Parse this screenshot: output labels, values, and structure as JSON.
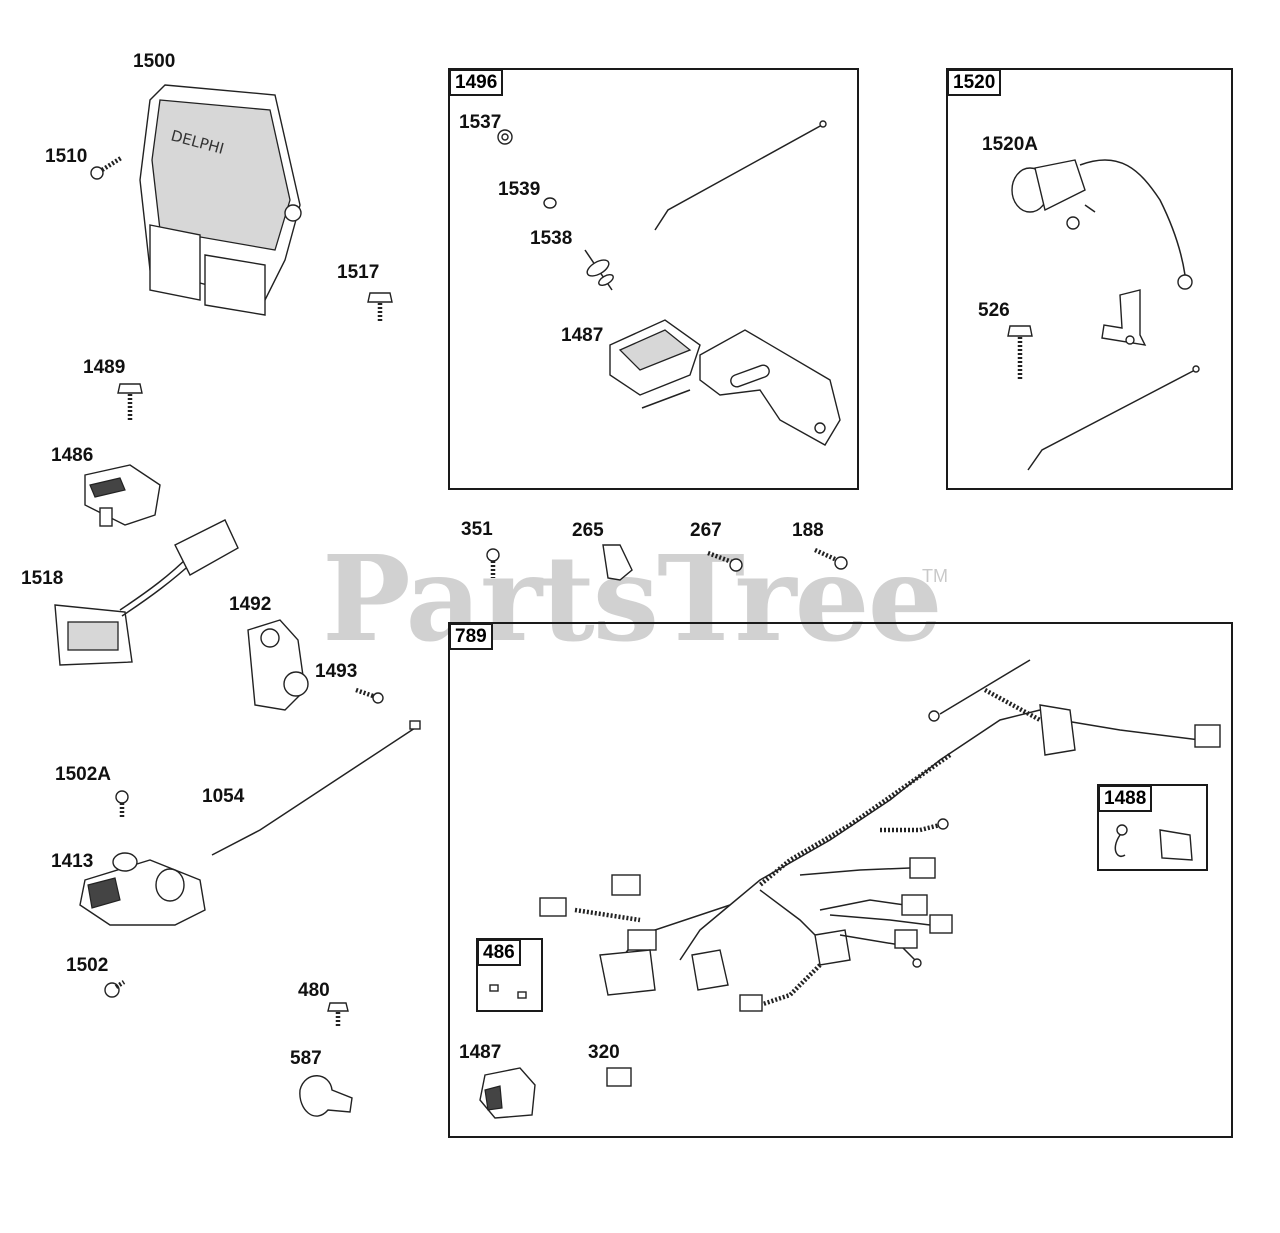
{
  "watermark": {
    "text": "PartsTree",
    "tm": "TM"
  },
  "part_labels": [
    "1500",
    "1510",
    "1517",
    "1489",
    "1486",
    "1518",
    "1492",
    "1493",
    "1502A",
    "1054",
    "1413",
    "1502",
    "480",
    "587",
    "1537",
    "1539",
    "1538",
    "1487",
    "1520A",
    "526",
    "351",
    "265",
    "267",
    "188",
    "320",
    "1487"
  ],
  "groups": [
    {
      "label": "1496"
    },
    {
      "label": "1520"
    },
    {
      "label": "789"
    },
    {
      "label": "1488"
    },
    {
      "label": "486"
    }
  ],
  "ecu_brand": "DELPHI"
}
